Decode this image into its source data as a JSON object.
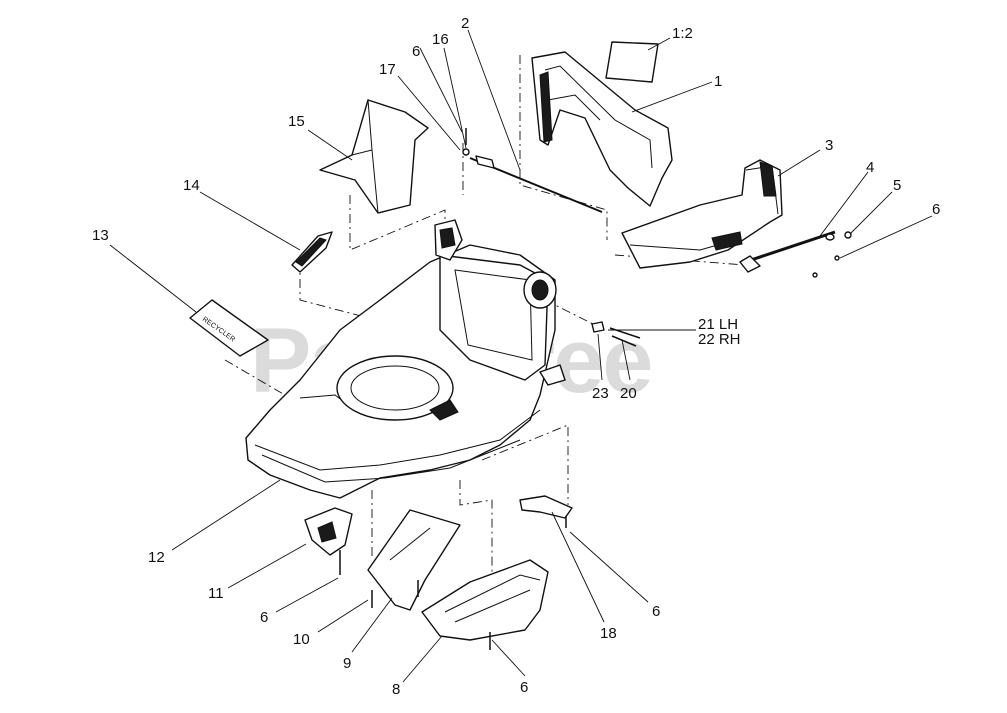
{
  "diagram": {
    "watermark": "PartsTree",
    "callouts": [
      {
        "id": "c-1-2",
        "label": "1:2"
      },
      {
        "id": "c-1",
        "label": "1"
      },
      {
        "id": "c-2",
        "label": "2"
      },
      {
        "id": "c-3",
        "label": "3"
      },
      {
        "id": "c-4",
        "label": "4"
      },
      {
        "id": "c-5",
        "label": "5"
      },
      {
        "id": "c-6a",
        "label": "6"
      },
      {
        "id": "c-6b",
        "label": "6"
      },
      {
        "id": "c-6c",
        "label": "6"
      },
      {
        "id": "c-6d",
        "label": "6"
      },
      {
        "id": "c-6e",
        "label": "6"
      },
      {
        "id": "c-8",
        "label": "8"
      },
      {
        "id": "c-9",
        "label": "9"
      },
      {
        "id": "c-10",
        "label": "10"
      },
      {
        "id": "c-11",
        "label": "11"
      },
      {
        "id": "c-12",
        "label": "12"
      },
      {
        "id": "c-13",
        "label": "13"
      },
      {
        "id": "c-14",
        "label": "14"
      },
      {
        "id": "c-15",
        "label": "15"
      },
      {
        "id": "c-16",
        "label": "16"
      },
      {
        "id": "c-17",
        "label": "17"
      },
      {
        "id": "c-18",
        "label": "18"
      },
      {
        "id": "c-20",
        "label": "20"
      },
      {
        "id": "c-21",
        "label": "21 LH"
      },
      {
        "id": "c-22",
        "label": "22 RH"
      },
      {
        "id": "c-23",
        "label": "23"
      }
    ]
  }
}
